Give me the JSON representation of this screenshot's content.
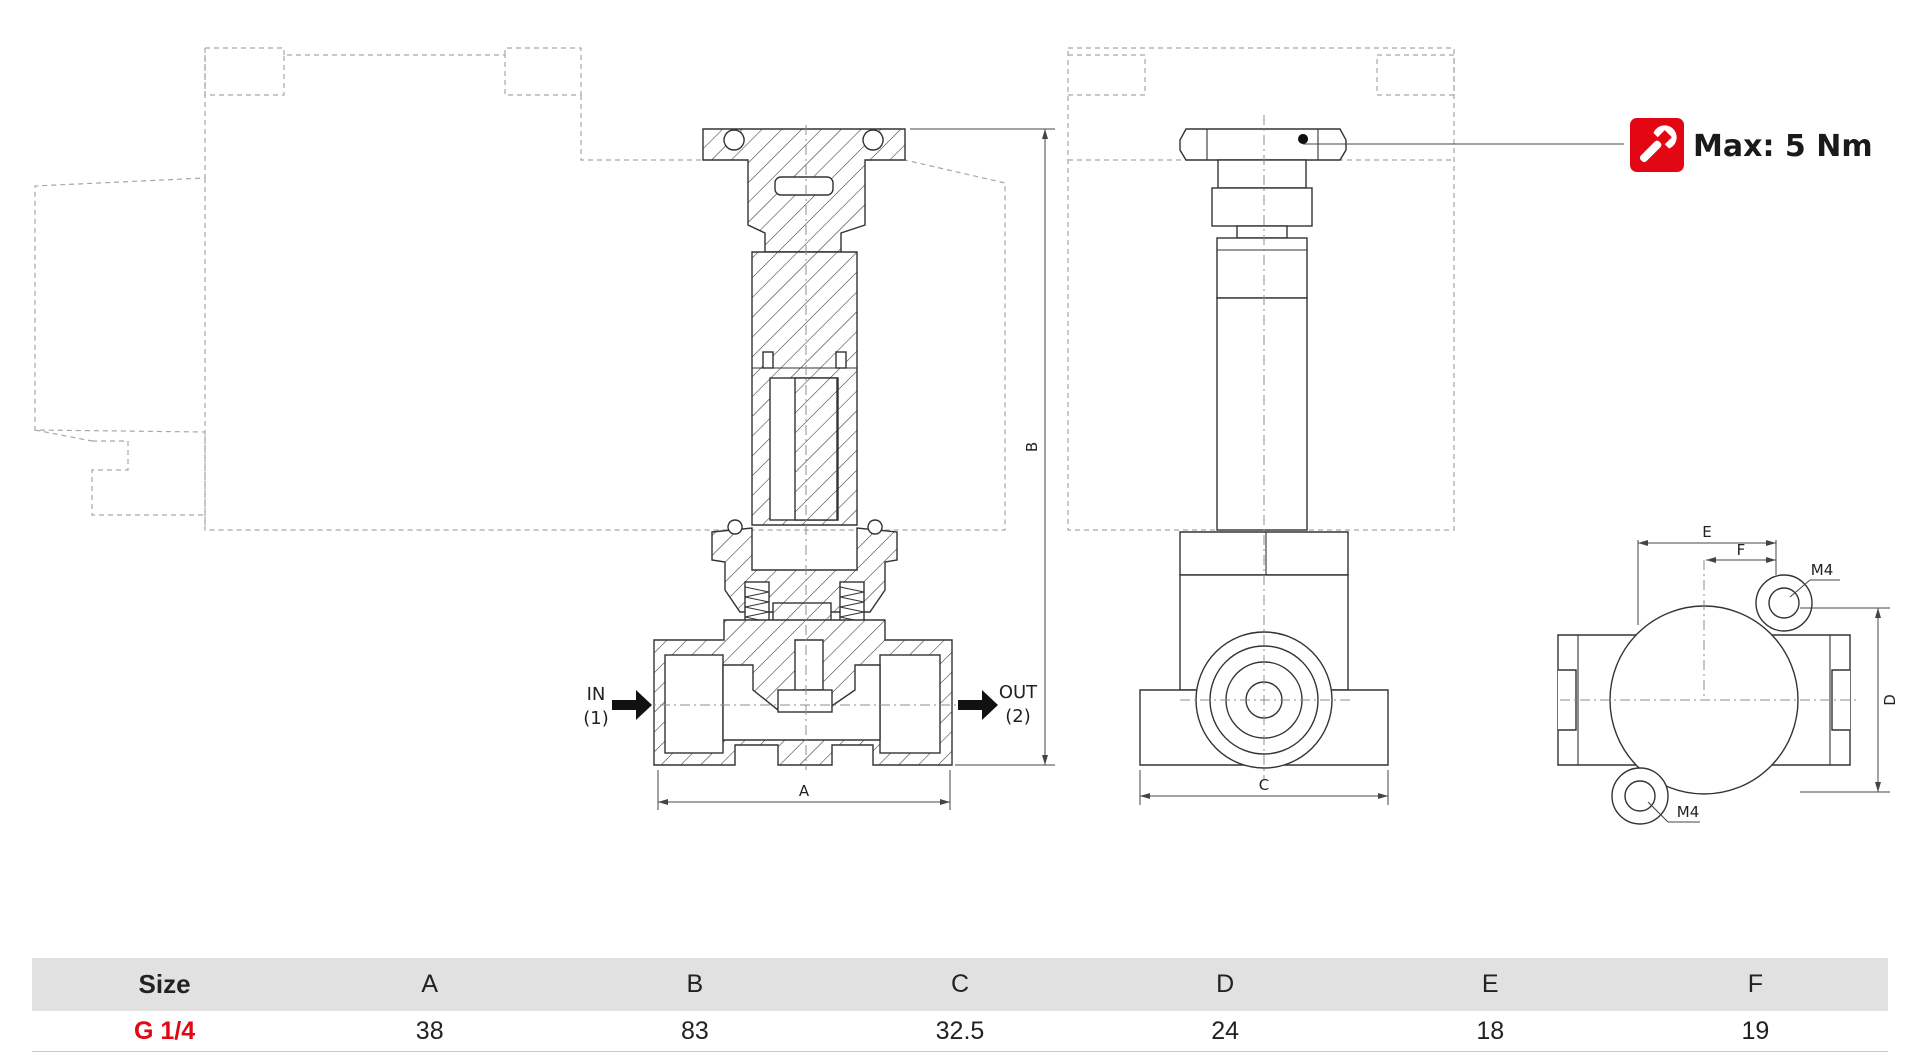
{
  "torque": {
    "label": "Max: 5 Nm",
    "icon": "wrench-icon",
    "badge_color": "#e30613"
  },
  "ports": {
    "in_label": "IN",
    "in_number": "(1)",
    "out_label": "OUT",
    "out_number": "(2)"
  },
  "dimension_labels": {
    "a": "A",
    "b": "B",
    "c": "C",
    "d": "D",
    "e": "E",
    "f": "F"
  },
  "thread_labels": {
    "top": "M4",
    "bottom": "M4"
  },
  "table": {
    "headers": [
      "Size",
      "A",
      "B",
      "C",
      "D",
      "E",
      "F"
    ],
    "rows": [
      [
        "G 1/4",
        "38",
        "83",
        "32.5",
        "24",
        "18",
        "19"
      ]
    ],
    "size_color": "#e30613"
  }
}
